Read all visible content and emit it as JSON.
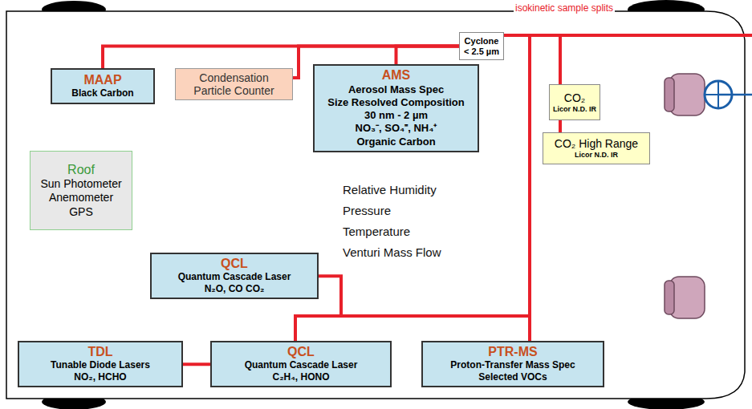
{
  "diagram": {
    "nodes": [
      {
        "text": [
          "MAAP",
          "Black Carbon"
        ]
      },
      {
        "text": [
          "Condensation Particle Counter"
        ]
      },
      {
        "text": [
          "AMS",
          "Aerosol Mass Spec",
          "Size Resolved Composition",
          "30 nm - 2 µm",
          "NO₃⁻, SO₄⁼, NH₄⁺",
          "Organic Carbon"
        ]
      },
      {
        "text": [
          "Cyclone < 2.5 µm"
        ]
      },
      {
        "text": [
          "CO₂",
          "Licor N.D. IR"
        ]
      },
      {
        "text": [
          "CO₂ High Range",
          "Licor N.D. IR"
        ]
      },
      {
        "text": [
          "Roof",
          "Sun Photometer Anemometer GPS"
        ]
      },
      {
        "text": [
          "QCL",
          "Quantum Cascade Laser",
          "N₂O, CO CO₂"
        ]
      },
      {
        "text": [
          "TDL",
          "Tunable Diode Lasers",
          "NO₂, HCHO"
        ]
      },
      {
        "text": [
          "QCL",
          "Quantum Cascade Laser",
          "C₂H₄, HONO"
        ]
      },
      {
        "text": [
          "PTR-MS",
          "Proton-Transfer Mass Spec",
          "Selected VOCs"
        ]
      }
    ],
    "edges": [
      {
        "from": 3,
        "to": 0,
        "arrow": "none"
      },
      {
        "from": 3,
        "to": 1,
        "arrow": "none"
      },
      {
        "from": 3,
        "to": 2,
        "arrow": "none"
      },
      {
        "from": 3,
        "to": 4,
        "arrow": "none"
      },
      {
        "from": 4,
        "to": 5,
        "arrow": "none"
      },
      {
        "from": 3,
        "to": 10,
        "arrow": "none"
      },
      {
        "from": 3,
        "to": 9,
        "arrow": "none"
      },
      {
        "from": 3,
        "to": 7,
        "arrow": "none"
      },
      {
        "from": 9,
        "to": 8,
        "arrow": "none"
      }
    ],
    "labels": [
      "isokinetic sample splits",
      "Relative Humidity",
      "Pressure",
      "Temperature",
      "Venturi Mass Flow"
    ]
  }
}
